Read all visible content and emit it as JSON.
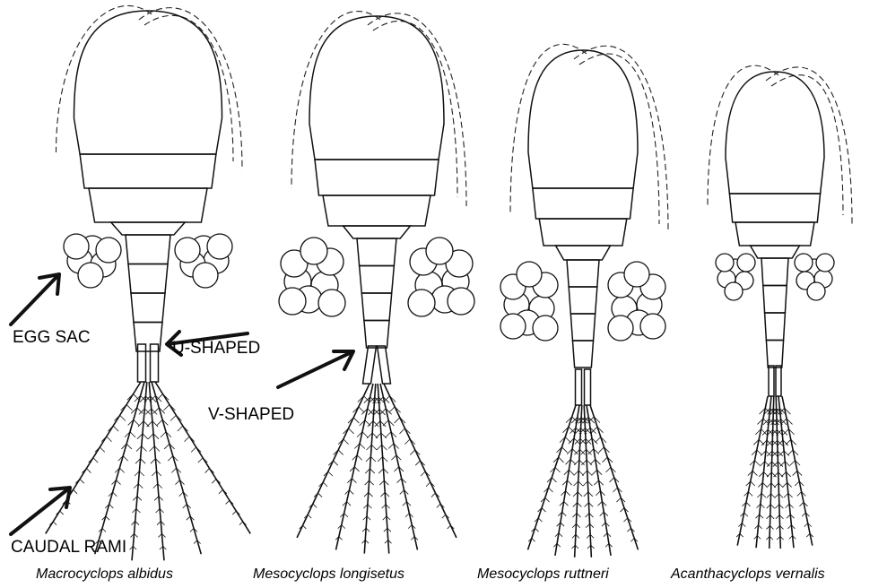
{
  "labels": {
    "egg_sac": "EGG SAC",
    "u_shaped": "U-SHAPED",
    "v_shaped": "V-SHAPED",
    "caudal_rami": "CAUDAL RAMI"
  },
  "species": [
    {
      "name": "Macrocyclops albidus"
    },
    {
      "name": "Mesocyclops longisetus"
    },
    {
      "name": "Mesocyclops ruttneri"
    },
    {
      "name": "Acanthacyclops vernalis"
    }
  ]
}
